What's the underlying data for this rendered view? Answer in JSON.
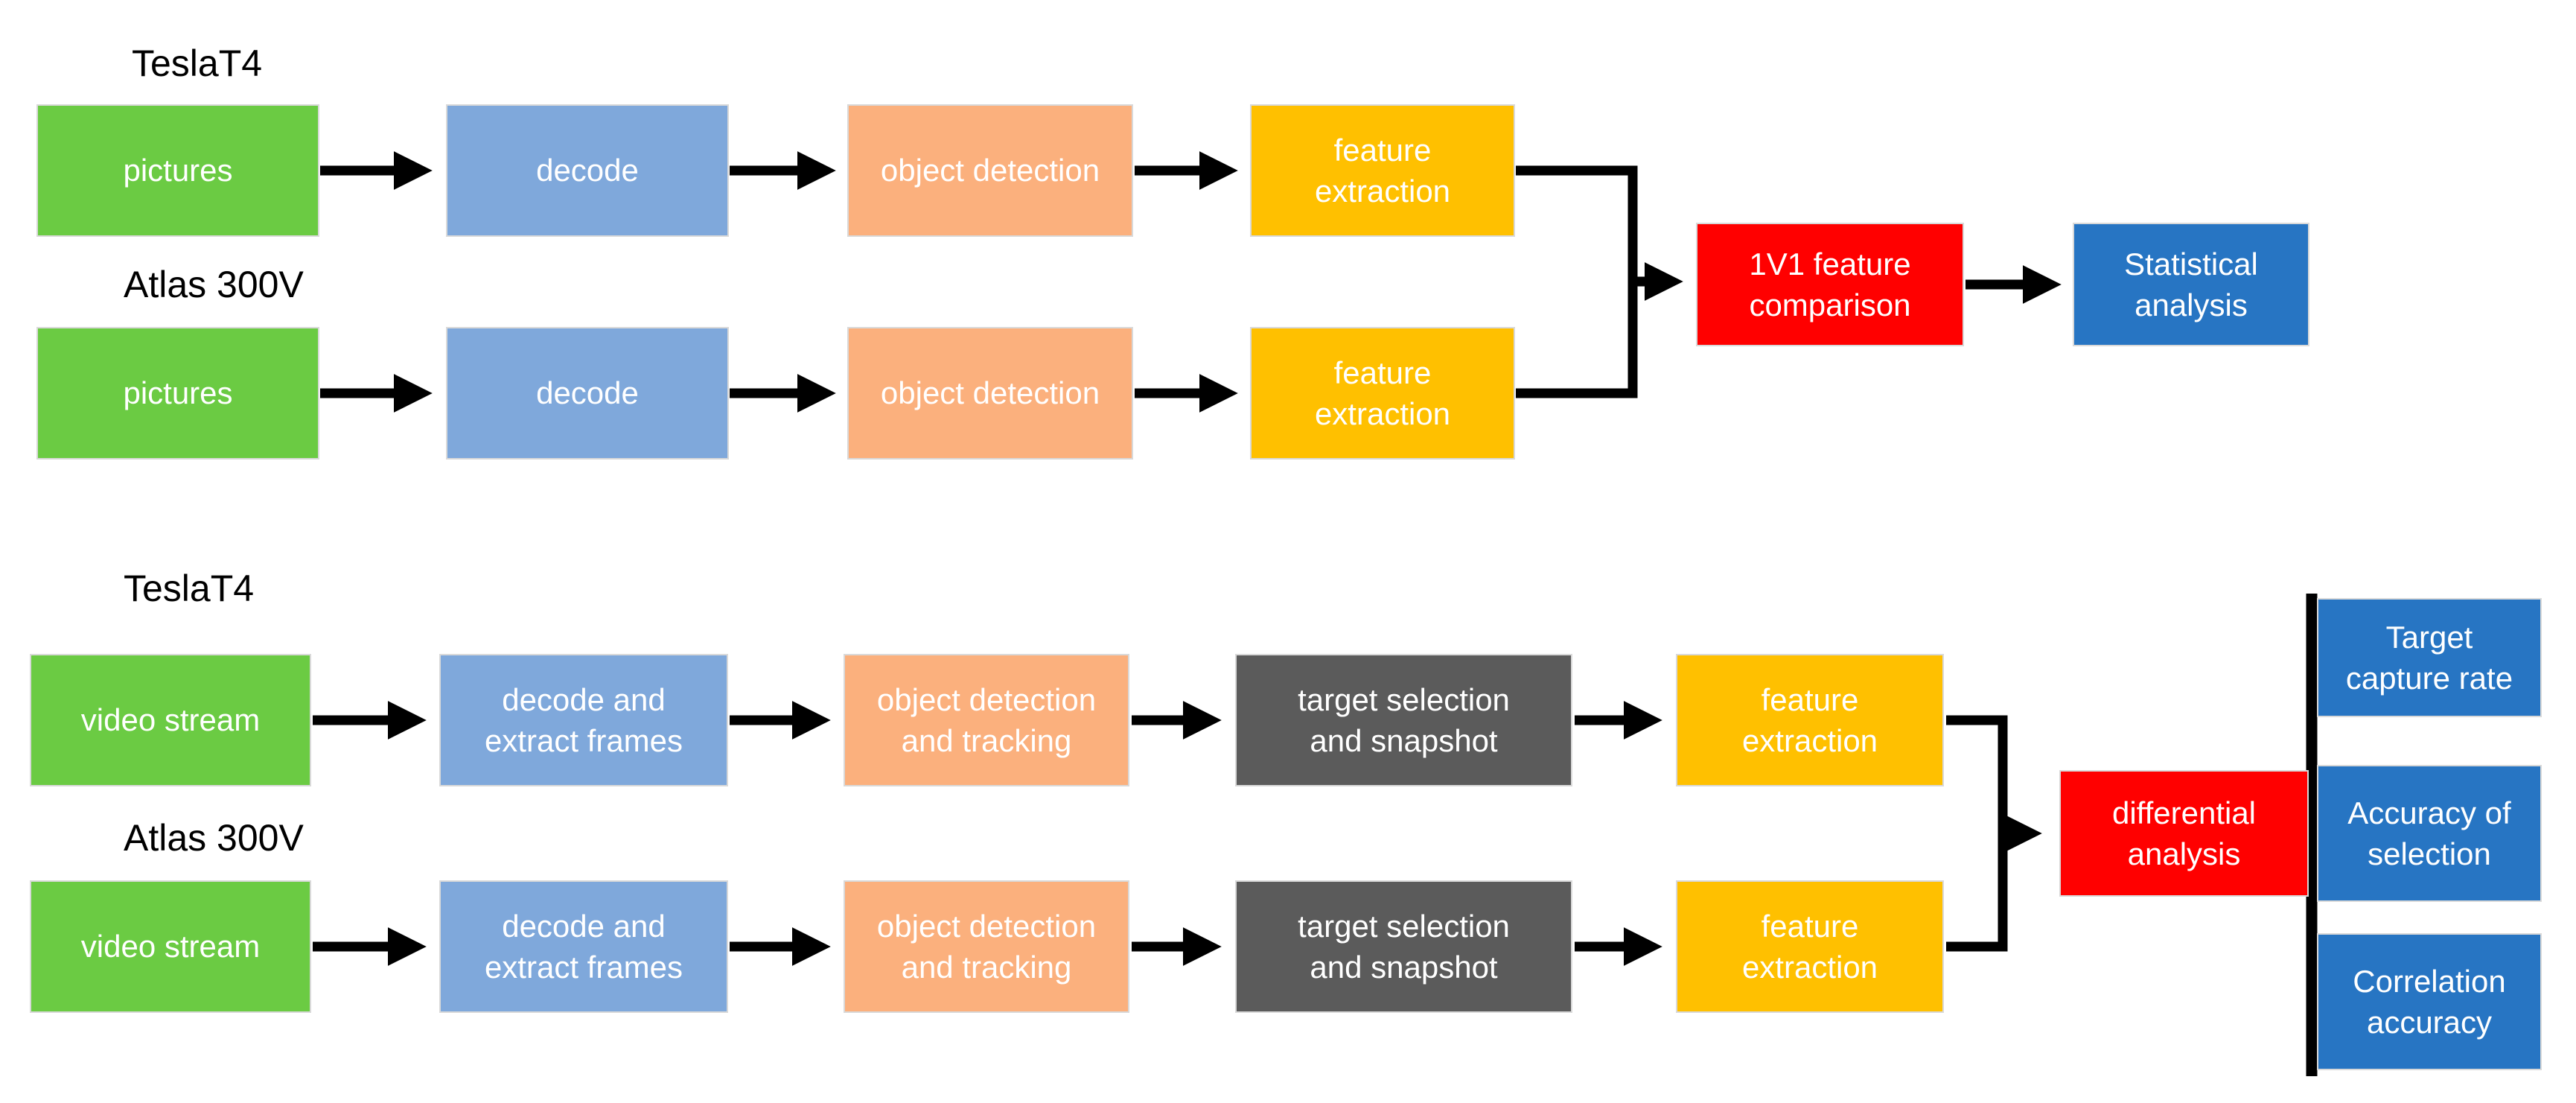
{
  "colors": {
    "green": "#6BCB43",
    "light_blue": "#7FA8DB",
    "peach": "#FBB07D",
    "gold": "#FFC000",
    "red": "#FF0000",
    "dark_blue": "#2775C3",
    "dark_gray": "#5B5B5B",
    "connector": "#000000"
  },
  "picture_pipeline": {
    "tesla": {
      "hw_label": "TeslaT4",
      "stages": {
        "input": "pictures",
        "decode": "decode",
        "detect": "object detection",
        "extract": "feature\nextraction"
      }
    },
    "atlas": {
      "hw_label": "Atlas 300V",
      "stages": {
        "input": "pictures",
        "decode": "decode",
        "detect": "object detection",
        "extract": "feature\nextraction"
      }
    },
    "comparison": "1V1 feature\ncomparison",
    "analysis": "Statistical\nanalysis"
  },
  "video_pipeline": {
    "tesla": {
      "hw_label": "TeslaT4",
      "stages": {
        "input": "video stream",
        "decode": "decode and\nextract frames",
        "detect": "object detection\nand tracking",
        "select": "target selection\nand snapshot",
        "extract": "feature\nextraction"
      }
    },
    "atlas": {
      "hw_label": "Atlas 300V",
      "stages": {
        "input": "video stream",
        "decode": "decode and\nextract frames",
        "detect": "object detection\nand tracking",
        "select": "target selection\nand snapshot",
        "extract": "feature\nextraction"
      }
    },
    "comparison": "differential\nanalysis",
    "metrics": [
      "Target\ncapture rate",
      "Accuracy of\nselection",
      "Correlation\naccuracy"
    ]
  }
}
